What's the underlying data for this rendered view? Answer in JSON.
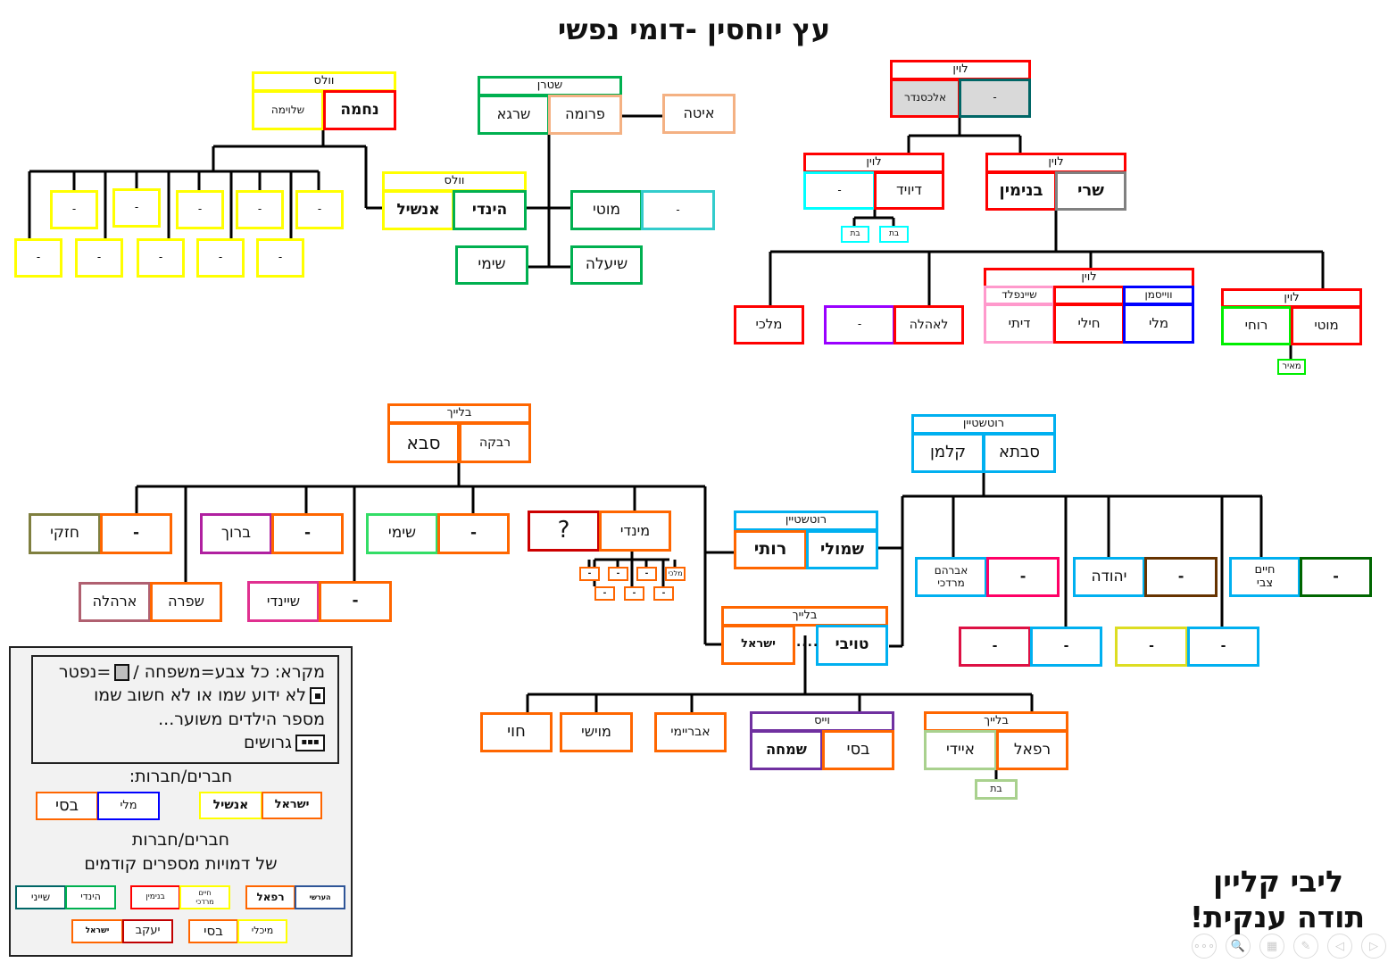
{
  "title": "עץ יוחסין -דומי נפשי",
  "signature": {
    "name": "ליבי קליין",
    "thanks": "תודה ענקית!"
  },
  "divorce_marker": "....",
  "boxes": {
    "wallace1_surname": {
      "text": "וולס",
      "color": "#ffff00"
    },
    "wallace1_shloyme": {
      "text": "שלוימה",
      "color": "#ffff00"
    },
    "wallace1_nechama": {
      "text": "נחמה",
      "color": "#ff0000"
    },
    "wallace_child_1": {
      "text": "-",
      "color": "#ffff00"
    },
    "wallace_child_2": {
      "text": "-",
      "color": "#ffff00"
    },
    "wallace_child_3": {
      "text": "-",
      "color": "#ffff00"
    },
    "wallace_child_4": {
      "text": "-",
      "color": "#ffff00"
    },
    "wallace_child_5": {
      "text": "-",
      "color": "#ffff00"
    },
    "wallace_child_6": {
      "text": "-",
      "color": "#ffff00"
    },
    "wallace_child_7": {
      "text": "-",
      "color": "#ffff00"
    },
    "wallace_child_8": {
      "text": "-",
      "color": "#ffff00"
    },
    "wallace_child_9": {
      "text": "-",
      "color": "#ffff00"
    },
    "wallace_child_10": {
      "text": "-",
      "color": "#ffff00"
    },
    "wallace2_surname": {
      "text": "וולס",
      "color": "#ffff00"
    },
    "wallace2_anshel": {
      "text": "אנשיל",
      "color": "#ffff00"
    },
    "wallace2_hindy": {
      "text": "הינדי",
      "color": "#00b050"
    },
    "stern_surname": {
      "text": "שטרן",
      "color": "#00b050"
    },
    "stern_shraga": {
      "text": "שרגא",
      "color": "#00b050"
    },
    "stern_fruma": {
      "text": "פרומה",
      "color": "#f4b183"
    },
    "stern_ita": {
      "text": "איטה",
      "color": "#f4b183"
    },
    "stern_moti": {
      "text": "מוטי",
      "color": "#00b050"
    },
    "stern_moti_spouse": {
      "text": "-",
      "color": "#33cccc"
    },
    "stern_shimi": {
      "text": "שימי",
      "color": "#00b050"
    },
    "stern_shiela": {
      "text": "שיעלה",
      "color": "#00b050"
    },
    "levin_surname": {
      "text": "לוין",
      "color": "#ff0000"
    },
    "levin_alexander": {
      "text": "אלכסנדר",
      "color": "#ff0000",
      "deceased": true
    },
    "levin_alexander_spouse": {
      "text": "-",
      "color": "#006666",
      "deceased": true
    },
    "david_surname": {
      "text": "לוין",
      "color": "#ff0000"
    },
    "david_spouse": {
      "text": "-",
      "color": "#00ffff"
    },
    "david_david": {
      "text": "דיויד",
      "color": "#ff0000"
    },
    "david_daughter_1": {
      "text": "בת",
      "color": "#00ffff"
    },
    "david_daughter_2": {
      "text": "בת",
      "color": "#00ffff"
    },
    "binyamin_surname": {
      "text": "לוין",
      "color": "#ff0000"
    },
    "binyamin_binyamin": {
      "text": "בנימין",
      "color": "#ff0000"
    },
    "binyamin_sari": {
      "text": "שרי",
      "color": "#808080"
    },
    "levin_malky": {
      "text": "מלכי",
      "color": "#ff0000"
    },
    "levin_leahle_spouse": {
      "text": "-",
      "color": "#9900ff"
    },
    "levin_leahle": {
      "text": "לאהלה",
      "color": "#ff0000"
    },
    "levin3_surname": {
      "text": "לוין",
      "color": "#ff0000"
    },
    "levin3_sub_sheinfeld": {
      "text": "שיינפלד",
      "color": "#ff99cc"
    },
    "levin3_sub_blank": {
      "text": "",
      "color": "#ff0000"
    },
    "levin3_sub_weisman": {
      "text": "ווייסמן",
      "color": "#0000ff"
    },
    "levin3_dity": {
      "text": "דיתי",
      "color": "#ff99cc"
    },
    "levin3_chily": {
      "text": "חילי",
      "color": "#ff0000"
    },
    "levin3_mali": {
      "text": "מלי",
      "color": "#0000ff"
    },
    "moti_surname": {
      "text": "לוין",
      "color": "#ff0000"
    },
    "moti_ruchy": {
      "text": "רוחי",
      "color": "#00ee00"
    },
    "moti_moti": {
      "text": "מוטי",
      "color": "#ff0000"
    },
    "moti_meir": {
      "text": "מאיר",
      "color": "#00ee00"
    },
    "bleich_surname": {
      "text": "בלייך",
      "color": "#ff6600"
    },
    "bleich_saba": {
      "text": "סבא",
      "color": "#ff6600"
    },
    "bleich_rivka": {
      "text": "רבקה",
      "color": "#ff6600"
    },
    "bleich_chezky": {
      "text": "חזקי",
      "color": "#7f7f3f"
    },
    "bleich_chezky_spouse": {
      "text": "-",
      "color": "#ff6600"
    },
    "bleich_baruch": {
      "text": "ברוך",
      "color": "#b020a0"
    },
    "bleich_baruch_spouse": {
      "text": "-",
      "color": "#ff6600"
    },
    "bleich_shimi": {
      "text": "שימי",
      "color": "#33dd66"
    },
    "bleich_shimi_spouse": {
      "text": "-",
      "color": "#ff6600"
    },
    "bleich_mindy_spouse": {
      "text": "?",
      "color": "#cc0000"
    },
    "bleich_mindy": {
      "text": "מינדי",
      "color": "#ff6600"
    },
    "bleich_arele": {
      "text": "ארהלה",
      "color": "#b06070"
    },
    "bleich_shifra": {
      "text": "שפרה",
      "color": "#ff6600"
    },
    "bleich_sheindy": {
      "text": "שיינדי",
      "color": "#e03090"
    },
    "bleich_sheindy_spouse": {
      "text": "-",
      "color": "#ff6600"
    },
    "mindy_child_1": {
      "text": "-",
      "color": "#ff6600"
    },
    "mindy_child_2": {
      "text": "-",
      "color": "#ff6600"
    },
    "mindy_child_3": {
      "text": "-",
      "color": "#ff6600"
    },
    "mindy_child_malky": {
      "text": "מלכי",
      "color": "#ff6600"
    },
    "mindy_child_5": {
      "text": "-",
      "color": "#ff6600"
    },
    "mindy_child_6": {
      "text": "-",
      "color": "#ff6600"
    },
    "mindy_child_7": {
      "text": "-",
      "color": "#ff6600"
    },
    "roth_surname": {
      "text": "רוטשטיין",
      "color": "#00b0f0"
    },
    "roth_kalman": {
      "text": "קלמן",
      "color": "#00b0f0"
    },
    "roth_savta": {
      "text": "סבתא",
      "color": "#00b0f0"
    },
    "shmuli_surname": {
      "text": "רוטשטיין",
      "color": "#00b0f0"
    },
    "shmuli_ruthy": {
      "text": "רותי",
      "color": "#ff6600"
    },
    "shmuli_shmuli": {
      "text": "שמולי",
      "color": "#00b0f0"
    },
    "bleich2_surname": {
      "text": "בלייך",
      "color": "#ff6600"
    },
    "bleich2_yisroel": {
      "text": "ישראל",
      "color": "#ff6600"
    },
    "bleich2_toyby": {
      "text": "טויבי",
      "color": "#00b0f0"
    },
    "roth_avraham_mordechai": {
      "text": "אברהם\nמרדכי",
      "color": "#00b0f0"
    },
    "roth_avraham_spouse": {
      "text": "-",
      "color": "#ff0066"
    },
    "roth_yehuda": {
      "text": "יהודה",
      "color": "#00b0f0"
    },
    "roth_yehuda_spouse": {
      "text": "-",
      "color": "#663300"
    },
    "roth_chaim_tzvi": {
      "text": "חיים\nצבי",
      "color": "#00b0f0"
    },
    "roth_chaim_spouse": {
      "text": "-",
      "color": "#006600"
    },
    "roth_child_a_spouse": {
      "text": "-",
      "color": "#dd1144"
    },
    "roth_child_a": {
      "text": "-",
      "color": "#00b0f0"
    },
    "roth_child_b_spouse": {
      "text": "-",
      "color": "#dddd22"
    },
    "roth_child_b": {
      "text": "-",
      "color": "#00b0f0"
    },
    "toyby_chavy": {
      "text": "חוי",
      "color": "#ff6600"
    },
    "toyby_moishy": {
      "text": "מוישי",
      "color": "#ff6600"
    },
    "toyby_avrumy": {
      "text": "אבריימי",
      "color": "#ff6600"
    },
    "weiss_surname": {
      "text": "וייס",
      "color": "#7030a0"
    },
    "weiss_simcha": {
      "text": "שמחה",
      "color": "#7030a0"
    },
    "weiss_bessy": {
      "text": "בסי",
      "color": "#ff6600"
    },
    "bleich3_surname": {
      "text": "בלייך",
      "color": "#ff6600"
    },
    "bleich3_aidy": {
      "text": "איידי",
      "color": "#a9d18e"
    },
    "bleich3_refael": {
      "text": "רפאל",
      "color": "#ff6600"
    },
    "bleich3_daughter": {
      "text": "בת",
      "color": "#a9d18e"
    },
    "lg_bessy": {
      "text": "בסי",
      "color": "#ff6600"
    },
    "lg_mali": {
      "text": "מלי",
      "color": "#0000ff"
    },
    "lg_anshel": {
      "text": "אנשיל",
      "color": "#ffff00"
    },
    "lg_yisroel": {
      "text": "ישראל",
      "color": "#ff6600"
    },
    "lg_sheiny": {
      "text": "שייני",
      "color": "#006666"
    },
    "lg_hindy": {
      "text": "הינדי",
      "color": "#00b050"
    },
    "lg_binyamin": {
      "text": "בנימין",
      "color": "#ff0000"
    },
    "lg_chaim_mordechai": {
      "text": "חיים\nמרדכי",
      "color": "#ffff00"
    },
    "lg_refael": {
      "text": "רפאל",
      "color": "#ff6600"
    },
    "lg_hershy": {
      "text": "הערשי",
      "color": "#2f5597"
    },
    "lg_yisroel2": {
      "text": "ישראל",
      "color": "#ff6600"
    },
    "lg_yaakov": {
      "text": "יעקב",
      "color": "#c00000"
    },
    "lg_bessy2": {
      "text": "בסי",
      "color": "#ff6600"
    },
    "lg_michly": {
      "text": "מיכלי",
      "color": "#ffff00"
    }
  },
  "legend": {
    "line1_a": "מקרא: כל צבע=משפחה /",
    "line1_b": "=נפטר",
    "line2": "לא ידוע שמו או לא חשוב שמו",
    "line3": "מספר הילדים משוער...",
    "line4": "גרושים",
    "friends_title": "חברים/חברות:",
    "prev_friends_title_1": "חברים/חברות",
    "prev_friends_title_2": "של דמויות מספרים קודמים"
  },
  "controls": [
    {
      "icon": "more-icon",
      "glyph": "∘∘∘"
    },
    {
      "icon": "zoom-icon",
      "glyph": "🔍"
    },
    {
      "icon": "slides-icon",
      "glyph": "▦"
    },
    {
      "icon": "pen-icon",
      "glyph": "✎"
    },
    {
      "icon": "previous-icon",
      "glyph": "◁"
    },
    {
      "icon": "next-icon",
      "glyph": "▷"
    }
  ]
}
